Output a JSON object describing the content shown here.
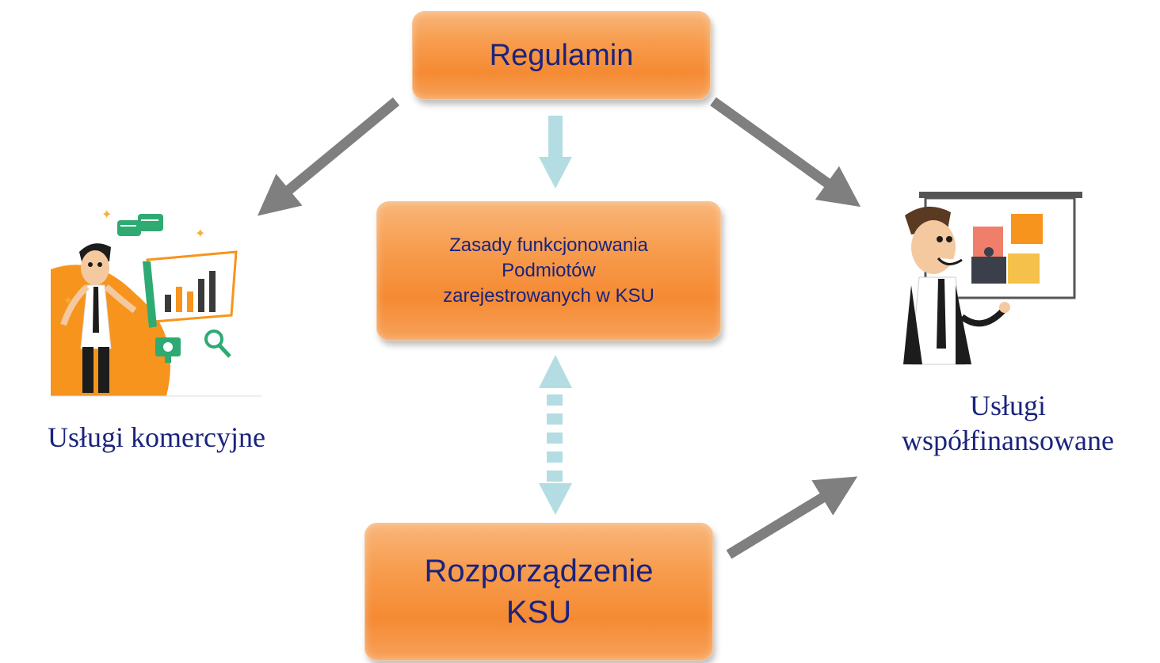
{
  "boxes": {
    "regulamin": "Regulamin",
    "zasady": "Zasady funkcjonowania\nPodmiotów\nzarejestrowanych w KSU",
    "rozporzadzenie": "Rozporządzenie\nKSU"
  },
  "labels": {
    "left": "Usługi komercyjne",
    "right": "Usługi\nwspółfinansowane"
  },
  "icons": {
    "left": "businessman-presenting-chart-icon",
    "right": "businessman-presenting-puzzle-icon"
  },
  "colors": {
    "box_orange": "#f58a33",
    "text_navy": "#1a237e",
    "arrow_gray": "#7f7f7f",
    "arrow_lightblue": "#b4dde3",
    "accent_green": "#2eaa73"
  }
}
